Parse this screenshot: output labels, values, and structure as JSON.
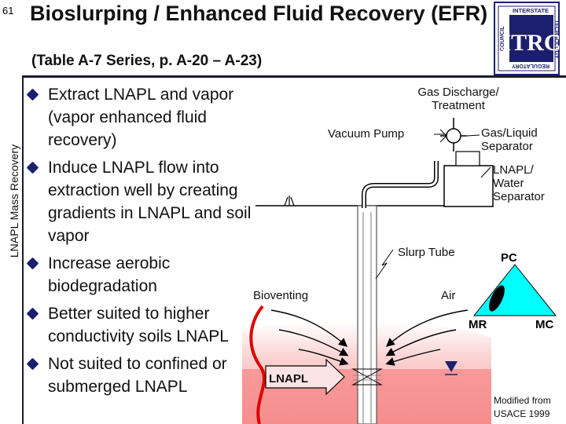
{
  "slide": {
    "number": "61",
    "title": "Bioslurping / Enhanced Fluid Recovery (EFR)",
    "subtitle": "(Table A-7 Series, p. A-20 – A-23)",
    "side_label": "LNAPL Mass Recovery"
  },
  "bullets": [
    "Extract LNAPL and vapor (vapor enhanced fluid recovery)",
    "Induce LNAPL flow into extraction well by creating gradients in LNAPL and soil vapor",
    "Increase aerobic biodegradation",
    "Better suited to higher conductivity soils LNAPL",
    "Not suited to confined or submerged LNAPL"
  ],
  "diagram": {
    "gas_discharge": "Gas Discharge/ Treatment",
    "vacuum_pump": "Vacuum Pump",
    "gas_liquid_separator": "Gas/Liquid Separator",
    "lnapl_water_separator": "LNAPL/ Water Separator",
    "slurp_tube": "Slurp Tube",
    "bioventing": "Bioventing",
    "air": "Air",
    "lnapl": "LNAPL"
  },
  "triangle": {
    "top": "PC",
    "left": "MR",
    "right": "MC",
    "fill_color": "#00ffff",
    "marker_color": "#000000"
  },
  "credit": "Modified from USACE 1999",
  "logo": {
    "top_text": "INTERSTATE",
    "mid_text": "TECHNOLOGY",
    "bottom_text": "REGULATORY",
    "side_text": "COUNCIL",
    "letters": "ITRC"
  }
}
